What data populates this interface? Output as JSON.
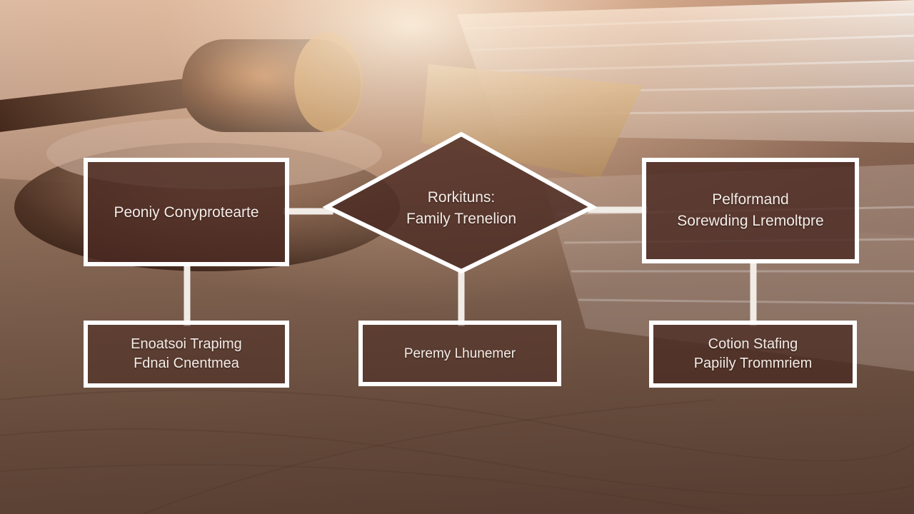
{
  "colors": {
    "box_fill": "#4a2a22",
    "box_stroke": "#ffffff",
    "connector": "#f1ebe6",
    "text": "#f4ece6"
  },
  "icons": {
    "background": "gavel-and-paper-stack-photo"
  },
  "nodes": {
    "top_left": {
      "lines": [
        "Peoniy Conyprotearte"
      ]
    },
    "center_diamond": {
      "lines": [
        "Rorkituns:",
        "Family Trenelion"
      ]
    },
    "top_right": {
      "lines": [
        "Pelformand",
        "Sorewding Lremoltpre"
      ]
    },
    "bottom_left": {
      "lines": [
        "Enoatsoi Trapimg",
        "Fdnai Cnentmea"
      ]
    },
    "bottom_center": {
      "lines": [
        "Peremy Lhunemer"
      ]
    },
    "bottom_right": {
      "lines": [
        "Cotion Stafing",
        "Papiily Trommriem"
      ]
    }
  }
}
